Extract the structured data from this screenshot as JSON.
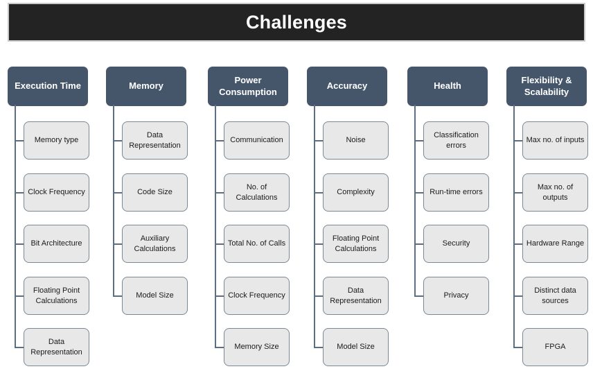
{
  "title": "Challenges",
  "colors": {
    "title_bar_bg": "#232323",
    "title_bar_border": "#c9c9c9",
    "header_bg": "#45566b",
    "child_bg": "#e9e8e8",
    "child_border": "#7a8796",
    "connector": "#5c6e82"
  },
  "columns": [
    {
      "title": "Execution Time",
      "items": [
        "Memory type",
        "Clock Frequency",
        "Bit Architecture",
        "Floating Point Calculations",
        "Data Representation"
      ]
    },
    {
      "title": "Memory",
      "items": [
        "Data Representation",
        "Code Size",
        "Auxiliary Calculations",
        "Model Size"
      ]
    },
    {
      "title": "Power Consumption",
      "items": [
        "Communication",
        "No. of Calculations",
        "Total No. of Calls",
        "Clock Frequency",
        "Memory Size"
      ]
    },
    {
      "title": "Accuracy",
      "items": [
        "Noise",
        "Complexity",
        "Floating Point Calculations",
        "Data Representation",
        "Model Size"
      ]
    },
    {
      "title": "Health",
      "items": [
        "Classification errors",
        "Run-time errors",
        "Security",
        "Privacy"
      ]
    },
    {
      "title": "Flexibility & Scalability",
      "items": [
        "Max no. of inputs",
        "Max no. of outputs",
        "Hardware Range",
        "Distinct data sources",
        "FPGA"
      ]
    }
  ]
}
